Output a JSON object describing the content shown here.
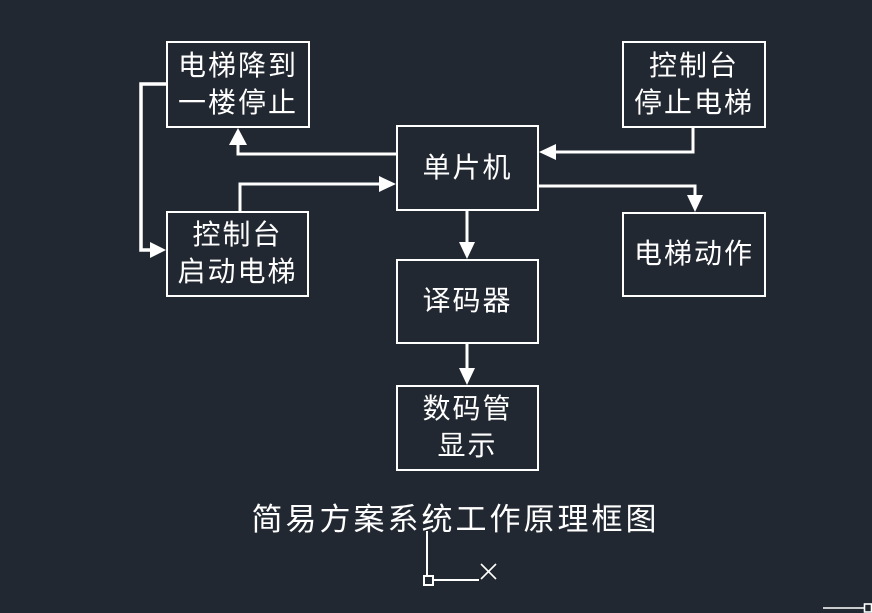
{
  "canvas": {
    "background_color": "#222831",
    "stroke_color": "#ffffff",
    "caption": "简易方案系统工作原理框图"
  },
  "boxes": {
    "descend": {
      "label": "电梯降到\n一楼停止"
    },
    "console_stop": {
      "label": "控制台\n停止电梯"
    },
    "mcu": {
      "label": "单片机"
    },
    "console_start": {
      "label": "控制台\n启动电梯"
    },
    "action": {
      "label": "电梯动作"
    },
    "decoder": {
      "label": "译码器"
    },
    "display": {
      "label": "数码管\n显示"
    }
  },
  "icons": {
    "ucs_icon": "ucs-origin-axes-marker",
    "cursor_icon": "x-crosshair-cursor"
  }
}
